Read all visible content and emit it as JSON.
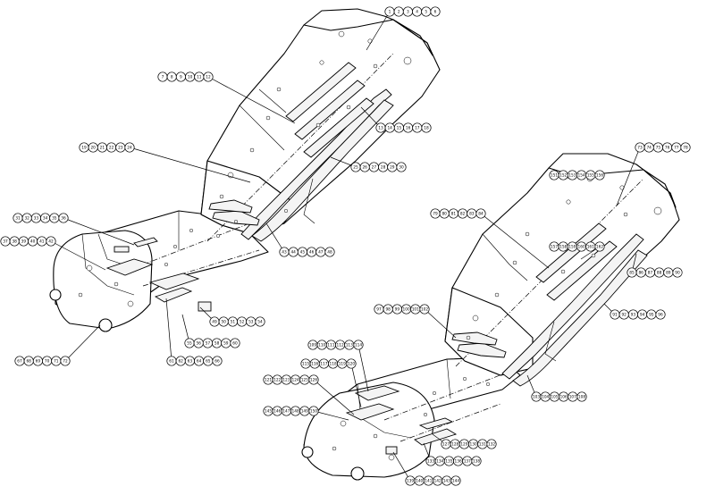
{
  "diagram": {
    "callouts": [
      {
        "id": "c1",
        "labels": [
          "1",
          "2",
          "3",
          "4",
          "5",
          "6"
        ]
      },
      {
        "id": "c2",
        "labels": [
          "7",
          "8",
          "9",
          "10",
          "11",
          "12"
        ]
      },
      {
        "id": "c3",
        "labels": [
          "13",
          "14",
          "15",
          "16",
          "17",
          "18"
        ]
      },
      {
        "id": "c4",
        "labels": [
          "19",
          "20",
          "21",
          "22",
          "23",
          "24"
        ]
      },
      {
        "id": "c5",
        "labels": [
          "25",
          "26",
          "27",
          "28",
          "29",
          "30"
        ]
      },
      {
        "id": "c6",
        "labels": [
          "31",
          "32",
          "33",
          "34",
          "35",
          "36"
        ]
      },
      {
        "id": "c7",
        "labels": [
          "37",
          "38",
          "39",
          "40",
          "41",
          "42"
        ]
      },
      {
        "id": "c8",
        "labels": [
          "43",
          "44",
          "45",
          "46",
          "47",
          "48"
        ]
      },
      {
        "id": "c9",
        "labels": [
          "49",
          "50",
          "51",
          "52",
          "53",
          "54"
        ]
      },
      {
        "id": "c10",
        "labels": [
          "55",
          "56",
          "57",
          "58",
          "59",
          "60"
        ]
      },
      {
        "id": "c11",
        "labels": [
          "61",
          "62",
          "63",
          "64",
          "65",
          "66"
        ]
      },
      {
        "id": "c12",
        "labels": [
          "67",
          "68",
          "69",
          "70",
          "71",
          "72"
        ]
      },
      {
        "id": "c13",
        "labels": [
          "73",
          "74",
          "75",
          "76",
          "77",
          "78"
        ]
      },
      {
        "id": "c14",
        "labels": [
          "79",
          "80",
          "81",
          "82",
          "83",
          "84"
        ]
      },
      {
        "id": "c15",
        "labels": [
          "85",
          "86",
          "87",
          "88",
          "89",
          "90"
        ]
      },
      {
        "id": "c16",
        "labels": [
          "91",
          "92",
          "93",
          "94",
          "95",
          "96"
        ]
      },
      {
        "id": "c17",
        "labels": [
          "97",
          "98",
          "99",
          "100",
          "101",
          "102"
        ]
      },
      {
        "id": "c18",
        "labels": [
          "103",
          "104",
          "105",
          "106",
          "107",
          "108"
        ]
      },
      {
        "id": "c19",
        "labels": [
          "109",
          "110",
          "111",
          "112",
          "113",
          "114"
        ]
      },
      {
        "id": "c20",
        "labels": [
          "115",
          "116",
          "117",
          "118",
          "119",
          "120"
        ]
      },
      {
        "id": "c21",
        "labels": [
          "121",
          "122",
          "123",
          "124",
          "125",
          "126"
        ]
      },
      {
        "id": "c22",
        "labels": [
          "127",
          "128",
          "129",
          "130",
          "131",
          "132"
        ]
      },
      {
        "id": "c23",
        "labels": [
          "133",
          "134",
          "135",
          "136",
          "137",
          "138"
        ]
      },
      {
        "id": "c24",
        "labels": [
          "139",
          "140",
          "141",
          "142",
          "143",
          "144"
        ]
      },
      {
        "id": "c25",
        "labels": [
          "145",
          "146",
          "147",
          "148",
          "149",
          "150"
        ]
      },
      {
        "id": "c26",
        "labels": [
          "151",
          "152",
          "153",
          "154",
          "155",
          "156"
        ]
      },
      {
        "id": "c27",
        "labels": [
          "157",
          "158",
          "159",
          "160",
          "161",
          "162"
        ]
      }
    ]
  }
}
